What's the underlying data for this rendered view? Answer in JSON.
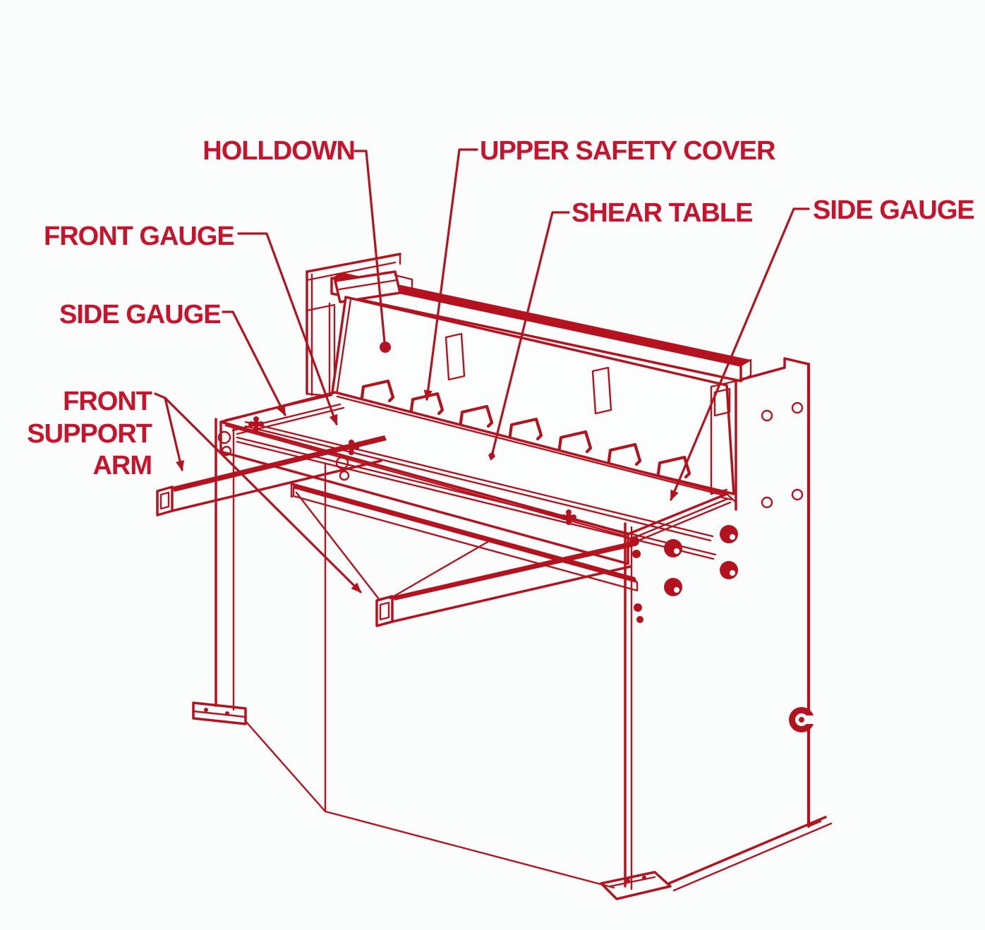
{
  "diagram": {
    "type": "isometric-parts-diagram",
    "subject": "Sheet metal shear machine labeled parts drawing",
    "colors": {
      "line": "#b5121f",
      "label_text": "#c9122b",
      "background": "#fbfdfd"
    },
    "labels": [
      {
        "id": "holldown",
        "text": "HOLLDOWN"
      },
      {
        "id": "upper-safety-cover",
        "text": "UPPER SAFETY COVER"
      },
      {
        "id": "shear-table",
        "text": "SHEAR TABLE"
      },
      {
        "id": "side-gauge-right",
        "text": "SIDE GAUGE"
      },
      {
        "id": "front-gauge",
        "text": "FRONT GAUGE"
      },
      {
        "id": "side-gauge-left",
        "text": "SIDE GAUGE"
      },
      {
        "id": "front-support-arm",
        "text": "FRONT SUPPORT ARM",
        "lines": [
          "FRONT",
          "SUPPORT",
          "ARM"
        ]
      }
    ]
  }
}
